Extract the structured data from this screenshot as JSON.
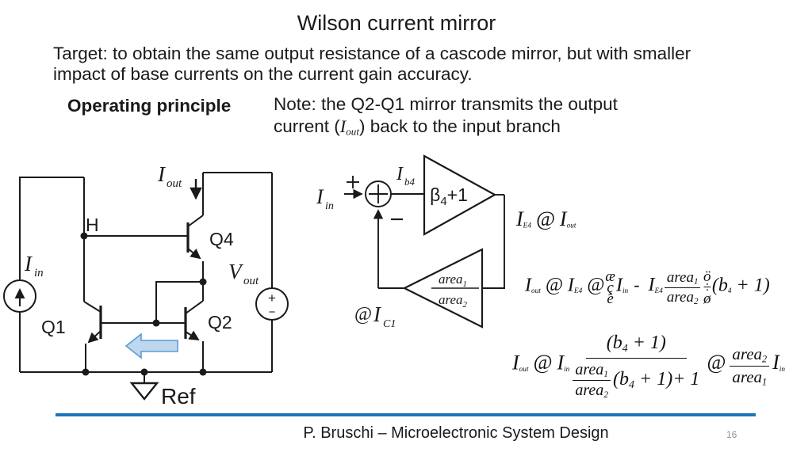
{
  "slide": {
    "title": "Wilson current mirror",
    "target_line1": "Target: to obtain the same output resistance of a cascode mirror, but with smaller",
    "target_line2": "impact of base currents on the current gain accuracy.",
    "operating_principle": "Operating principle",
    "note_line1": "Note: the Q2-Q1 mirror transmits the output",
    "note2": {
      "pre": "current (",
      "var": "I",
      "sub": "out",
      "post": ") back to the input branch"
    },
    "footer": "P. Bruschi – Microelectronic System Design",
    "page_number": "16",
    "accent_blue": "#1B75BB"
  },
  "circuit": {
    "h": "H",
    "q1": "Q1",
    "q2": "Q2",
    "q4": "Q4",
    "ref": "Ref",
    "iin": {
      "v": "I",
      "s": "in"
    },
    "iout": {
      "v": "I",
      "s": "out"
    },
    "vout": {
      "v": "V",
      "s": "out"
    },
    "src_plus": "+",
    "src_minus": "−",
    "arrow_fill": "#BDD7EE",
    "arrow_stroke": "#5B9BD5"
  },
  "block": {
    "iin": {
      "v": "I",
      "s": "in"
    },
    "plus": "+",
    "minus": "−",
    "ib4": {
      "v": "I",
      "s": "b4"
    },
    "beta": {
      "b": "β",
      "s": "4",
      "rest": "+1"
    },
    "gain": {
      "num": "area",
      "nums": "1",
      "den": "area",
      "dens": "2"
    },
    "ic1": {
      "at": "@",
      "v": "I",
      "s": "C1"
    }
  },
  "equations": {
    "eq1": {
      "t1": "I",
      "s1": "E4",
      "rel": "@",
      "t2": "I",
      "s2": "out"
    },
    "eq2": {
      "I1": "I",
      "I1s": "out",
      "at1": "@",
      "I2": "I",
      "I2s": "E4",
      "at2": "@",
      "lparen": [
        "æ",
        "ç",
        "è"
      ],
      "I3": "I",
      "I3s": "in",
      "minus": "-",
      "I4": "I",
      "I4s": "E4",
      "fnum": "area",
      "fnums": "1",
      "fden": "area",
      "fdens": "2",
      "rparen": [
        "ö",
        "÷",
        "ø"
      ],
      "b_open": "(b",
      "b_sub": "4",
      "b_close": " + 1)"
    },
    "eq3": {
      "I1": "I",
      "I1s": "out",
      "at1": "@",
      "I2": "I",
      "I2s": "in",
      "num_open": "(b",
      "num_sub": "4",
      "num_close": " + 1)",
      "dfnum": "area",
      "dfnums": "1",
      "dfden": "area",
      "dfdens": "2",
      "dr_open": "(b",
      "dr_sub": "4",
      "dr_close": " + 1)+ 1",
      "at2": "@",
      "rfnum": "area",
      "rfnums": "2",
      "rfden": "area",
      "rfdens": "1",
      "I3": "I",
      "I3s": "in"
    }
  }
}
